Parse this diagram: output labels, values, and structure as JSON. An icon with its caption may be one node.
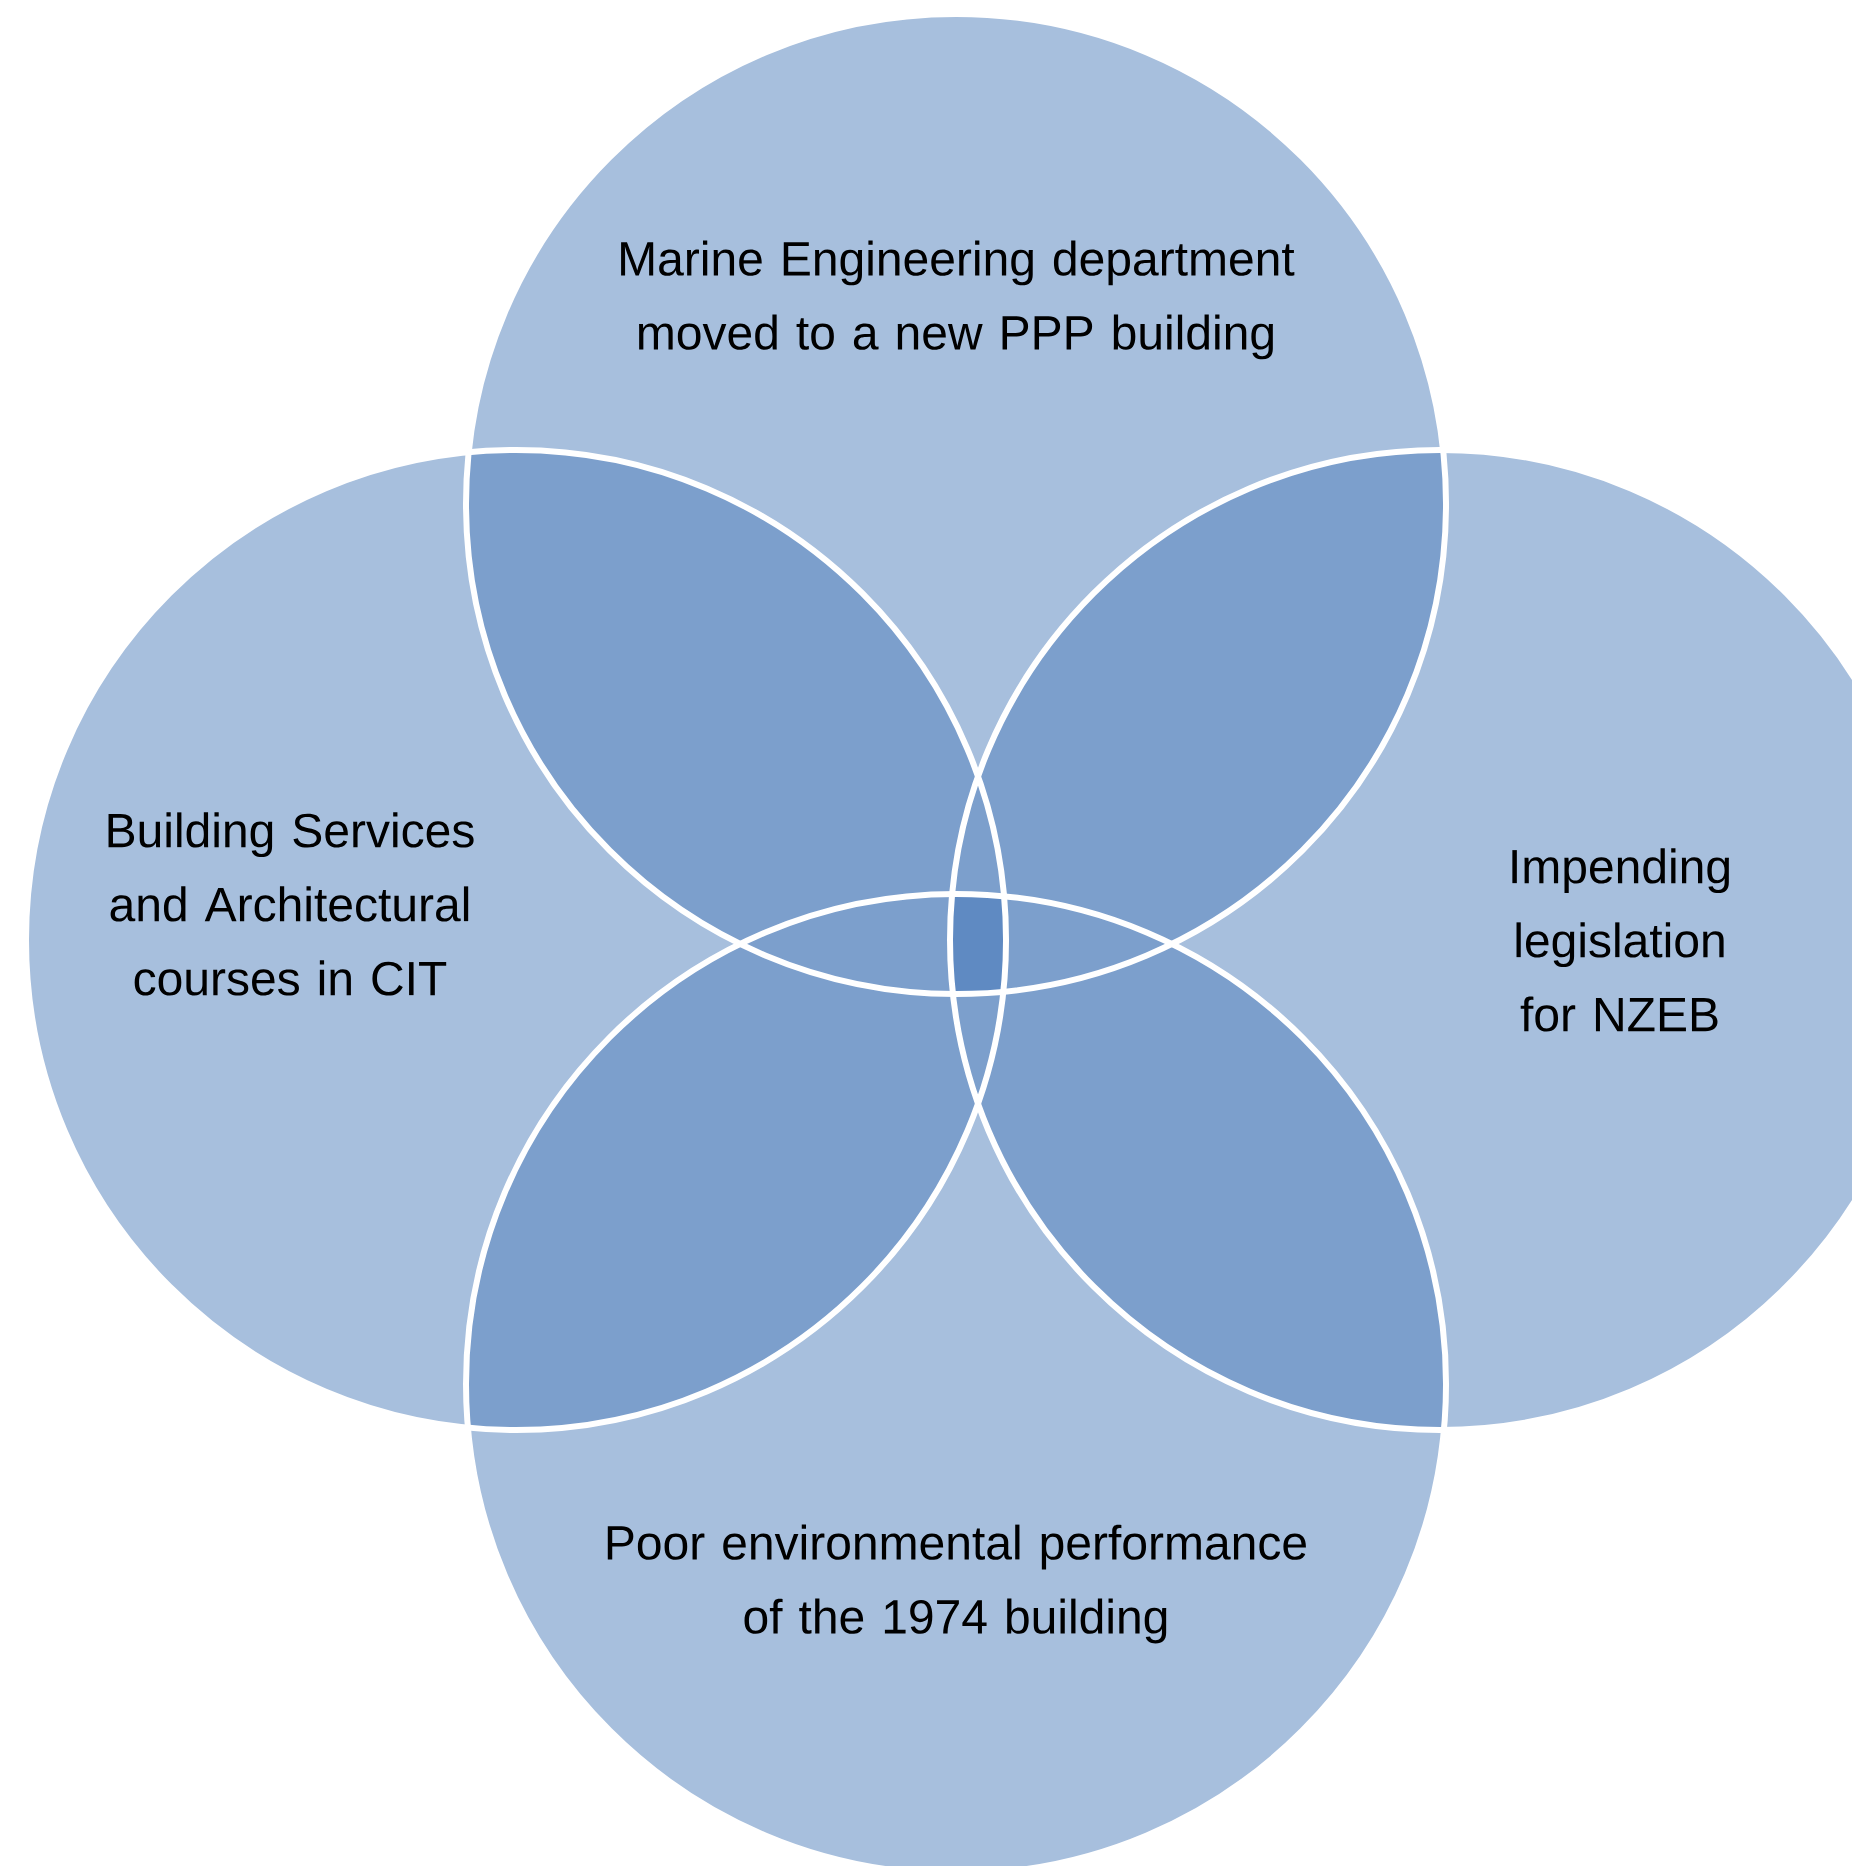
{
  "diagram": {
    "nodes": [
      {
        "text": [
          "Marine Engineering department moved to a new PPP building"
        ]
      },
      {
        "text": [
          "Building Services and Architectural courses in CIT"
        ]
      },
      {
        "text": [
          "Impending legislation for NZEB"
        ]
      },
      {
        "text": [
          "Poor environmental performance of the 1974 building"
        ]
      }
    ]
  }
}
